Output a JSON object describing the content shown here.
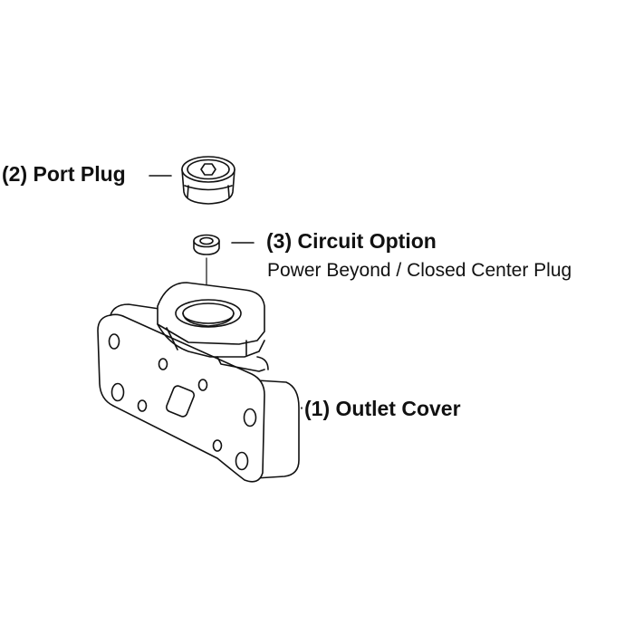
{
  "callouts": {
    "port_plug": "(2) Port Plug",
    "circuit_option": "(3) Circuit Option",
    "circuit_option_detail": "Power Beyond / Closed Center Plug",
    "outlet_cover": "(1) Outlet Cover"
  },
  "colors": {
    "line": "#111111",
    "background": "#ffffff"
  }
}
